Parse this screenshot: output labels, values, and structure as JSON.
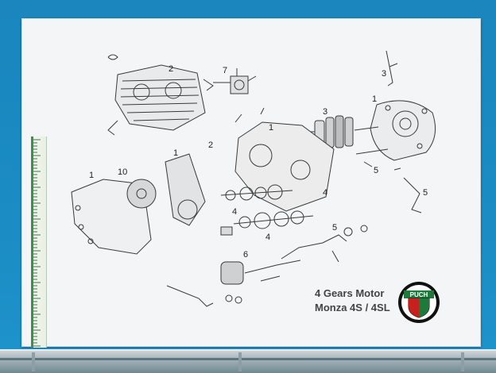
{
  "poster": {
    "title_line1": "4 Gears Motor",
    "title_line2": "Monza 4S / 4SL",
    "brand_text": "PUCH",
    "brand_colors": {
      "green": "#1e7a3a",
      "red": "#c8201c",
      "dark": "#111111"
    }
  },
  "part_numbers": [
    {
      "id": "p1",
      "label": "2"
    },
    {
      "id": "p2",
      "label": "7"
    },
    {
      "id": "p3",
      "label": "3"
    },
    {
      "id": "p4",
      "label": "1"
    },
    {
      "id": "p5",
      "label": "3"
    },
    {
      "id": "p6",
      "label": "1"
    },
    {
      "id": "p7",
      "label": "2"
    },
    {
      "id": "p8",
      "label": "1"
    },
    {
      "id": "p9",
      "label": "10"
    },
    {
      "id": "p10",
      "label": "1"
    },
    {
      "id": "p11",
      "label": "4"
    },
    {
      "id": "p12",
      "label": "5"
    },
    {
      "id": "p13",
      "label": "5"
    },
    {
      "id": "p14",
      "label": "4"
    },
    {
      "id": "p15",
      "label": "4"
    },
    {
      "id": "p16",
      "label": "5"
    },
    {
      "id": "p17",
      "label": "6"
    }
  ],
  "colors": {
    "wall": "#1b8cc4",
    "poster": "#f4f5f6",
    "ink": "#333333",
    "ruler_green": "#3f8e4f"
  }
}
